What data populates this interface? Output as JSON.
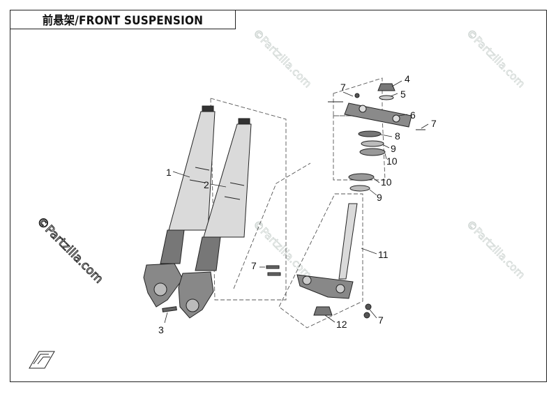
{
  "header": {
    "title": "前悬架/FRONT SUSPENSION"
  },
  "watermark": {
    "text": "©Partzilla.com"
  },
  "callouts": {
    "c1": "1",
    "c2": "2",
    "c3": "3",
    "c4": "4",
    "c5": "5",
    "c6": "6",
    "c7a": "7",
    "c7b": "7",
    "c7c": "7",
    "c7d": "7",
    "c8": "8",
    "c9a": "9",
    "c9b": "9",
    "c10a": "10",
    "c10b": "10",
    "c11": "11",
    "c12": "12"
  },
  "colors": {
    "line": "#222222",
    "part_fill": "#d9d9d9",
    "part_dark": "#555555",
    "watermark": "#cfd6d3"
  }
}
